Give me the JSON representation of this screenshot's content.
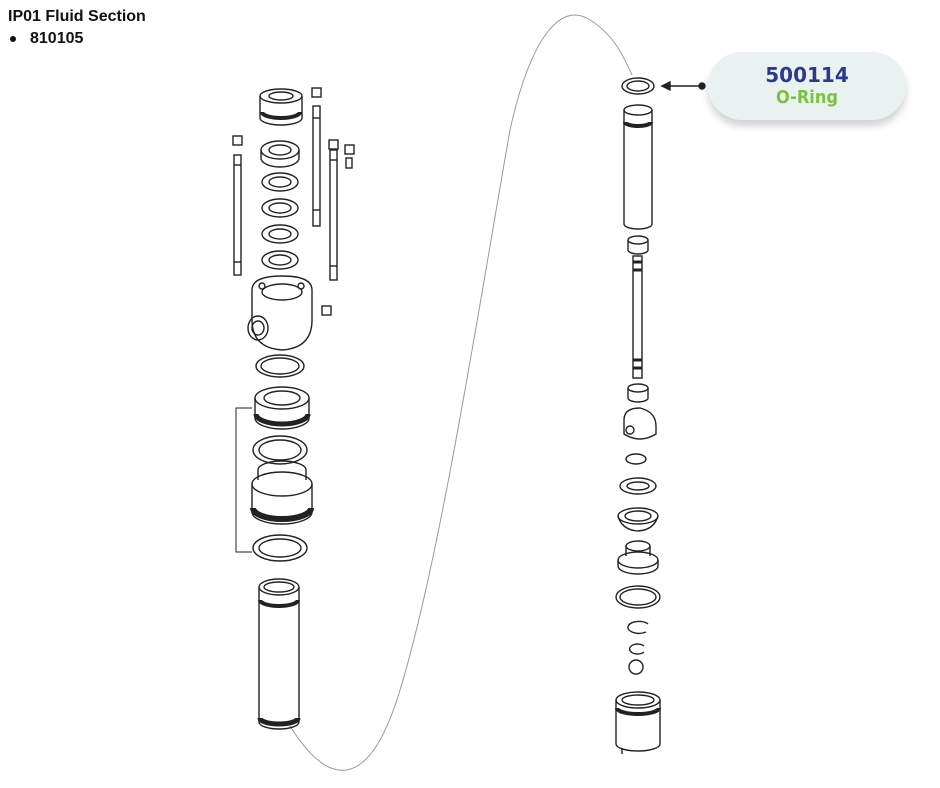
{
  "header": {
    "title": "IP01 Fluid Section",
    "part_number": "810105"
  },
  "callout": {
    "part_number": "500114",
    "part_name": "O-Ring",
    "part_number_color": "#2b3a8c",
    "part_name_color": "#7cc242"
  },
  "colors": {
    "line": "#222222",
    "guide_line": "#999999",
    "callout_bg": "#e9f1f1"
  }
}
